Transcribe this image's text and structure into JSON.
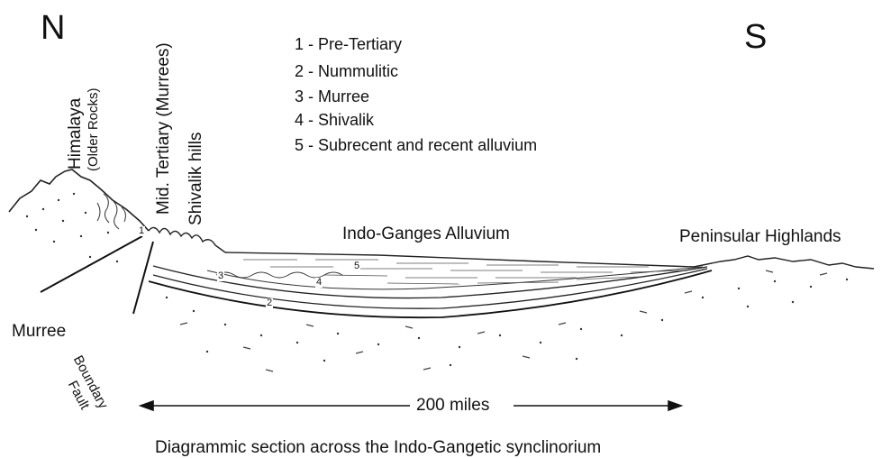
{
  "compass": {
    "north": "N",
    "south": "S"
  },
  "legend": [
    "1 - Pre-Tertiary",
    "2 - Nummulitic",
    "3 - Murree",
    "4 - Shivalik",
    "5 - Subrecent and recent alluvium"
  ],
  "labels": {
    "himalaya": "Himalaya",
    "older_rocks": "(Older Rocks)",
    "mid_tertiary": "Mid. Tertiary (Murrees)",
    "shivalik_hills": "Shivalik hills",
    "indo_ganges": "Indo-Ganges Alluvium",
    "peninsular": "Peninsular Highlands",
    "murree": "Murree",
    "boundary": "Boundary",
    "fault": "Fault"
  },
  "layer_numbers": [
    "1",
    "2",
    "3",
    "4",
    "5"
  ],
  "scale": "200 miles",
  "caption": "Diagrammic section across the Indo-Gangetic synclinorium"
}
